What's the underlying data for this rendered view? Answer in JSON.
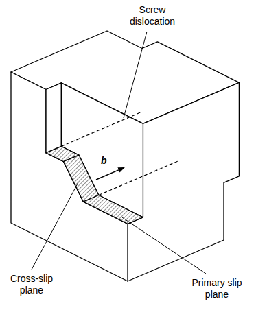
{
  "diagram": {
    "labels": [
      "Screw dislocation",
      "b",
      "Cross-slip plane",
      "Primary slip plane"
    ]
  }
}
